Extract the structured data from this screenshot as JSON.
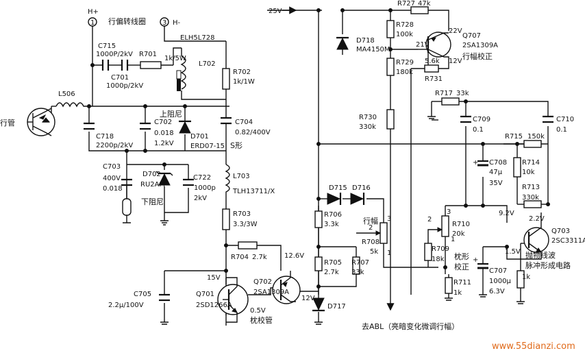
{
  "terminals": {
    "h_plus": "H+",
    "h_minus": "H-",
    "pin1": "1",
    "pin3": "3"
  },
  "title_yoke": "行偏转线圈",
  "supply": "25V",
  "labels": {
    "hout_tube": "行管",
    "upper_damper": "上阻尼",
    "lower_damper": "下阻尼",
    "s_shape": "S形",
    "width_adj": "行幅",
    "width_corr": "行幅校正",
    "pin_corr_a": "枕形",
    "pin_corr_b": "校正",
    "pin_tube": "枕校管",
    "parabola_a": "抛物线波",
    "parabola_b": "脉冲形成电路",
    "to_abl": "去ABL（亮暗变化微调行幅）",
    "watermark": "www.55dianzi.com"
  },
  "components": {
    "L506": "L506",
    "C715": "C715",
    "C715v": "1000P/2kV",
    "R701": "R701",
    "R701v": "1k/5W",
    "C701": "C701",
    "C701v": "1000p/2kV",
    "ELH": "ELH5L728",
    "L702": "L702",
    "R702": "R702",
    "R702v": "1k/1W",
    "C718": "C718",
    "C718v": "2200p/2kV",
    "C702": "C702",
    "C702v1": "0.018",
    "C702v2": "1.2kV",
    "D701": "D701",
    "D701v": "ERD07-15",
    "C704": "C704",
    "C704v": "0.82/400V",
    "C703": "C703",
    "C703v1": "400V",
    "C703v2": "0.018",
    "D702": "D702",
    "D702v": "RU2AM",
    "C722": "C722",
    "C722v1": "1000p",
    "C722v2": "2kV",
    "L703": "L703",
    "L703v": "TLH13711/X",
    "R703": "R703",
    "R703v": "3.3/3W",
    "R704": "R704",
    "R704v": "2.7k",
    "C705": "C705",
    "C705v": "2.2μ/100V",
    "Q701": "Q701",
    "Q701v": "2SD1266A",
    "Q702": "Q702",
    "Q702v": "2SA1309A",
    "D717": "D717",
    "D715": "D715",
    "D716": "D716",
    "R706": "R706",
    "R706v": "3.3k",
    "R705": "R705",
    "R705v": "2.7k",
    "R707": "R707",
    "R707v": "33k",
    "R708": "R708",
    "R708v": "5k",
    "D718": "D718",
    "D718v": "MA4150M",
    "R727": "R727",
    "R727v": "47k",
    "R728": "R728",
    "R728v": "100k",
    "R729": "R729",
    "R729v": "180k",
    "R730": "R730",
    "R730v": "330k",
    "R731": "R731",
    "R731v": "5.6k",
    "Q707": "Q707",
    "Q707v": "2SA1309A",
    "R717": "R717",
    "R717v": "33k",
    "C709": "C709",
    "C709v": "0.1",
    "C710": "C710",
    "C710v": "0.1",
    "R715": "R715",
    "R715v": "150k",
    "C708": "C708",
    "C708v1": "47μ",
    "C708v2": "35V",
    "R714": "R714",
    "R714v": "10k",
    "R713": "R713",
    "R713v": "330k",
    "R710": "R710",
    "R710v": "20k",
    "R709": "R709",
    "R709v": "18k",
    "R711": "R711",
    "R711v": "1k",
    "C707": "C707",
    "C707v1": "1000μ",
    "C707v2": "6.3V",
    "Q703": "Q703",
    "Q703v": "2SC3311A",
    "R1k": "1k"
  },
  "voltages": {
    "v22": "22V",
    "v21": "21V",
    "v12a": "12V",
    "v126": "12.6V",
    "v15": "15V",
    "v12b": "12V",
    "v05": "0.5V",
    "v92": "9.2V",
    "v22b": "2.2V",
    "v15b": "1.5V"
  },
  "pot_pins": {
    "p1": "1",
    "p2": "2",
    "p3": "3"
  }
}
